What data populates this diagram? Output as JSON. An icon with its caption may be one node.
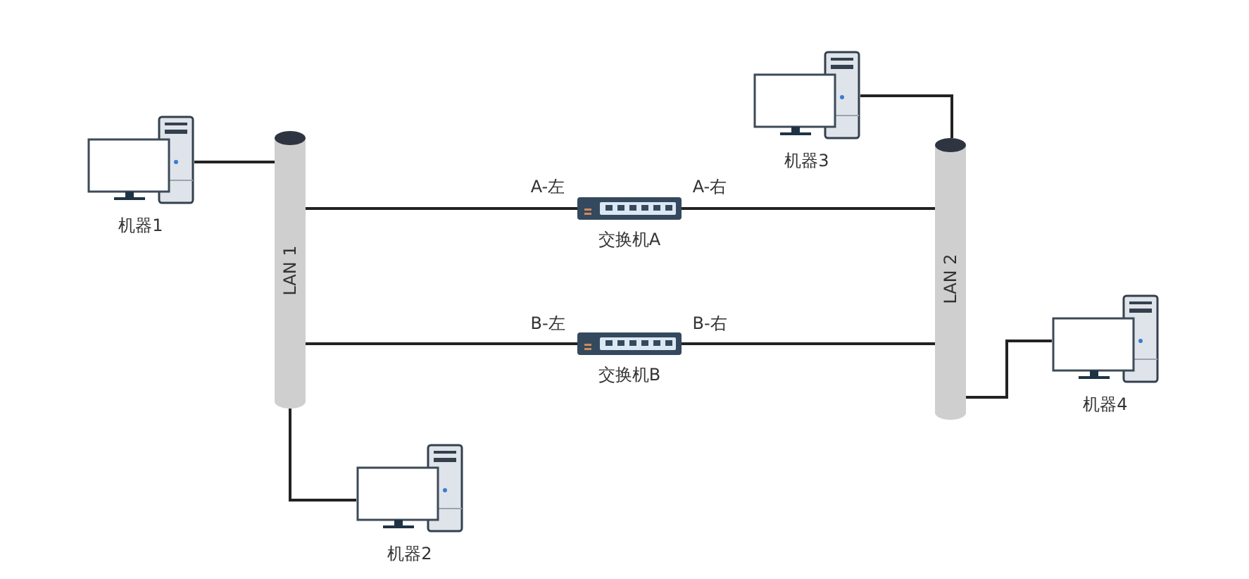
{
  "diagram": {
    "nodes": [
      {
        "text": [
          "机器1"
        ]
      },
      {
        "text": [
          "LAN 1"
        ]
      },
      {
        "text": [
          "机器2"
        ]
      },
      {
        "text": [
          "交换机A"
        ]
      },
      {
        "text": [
          "交换机B"
        ]
      },
      {
        "text": [
          "机器3"
        ]
      },
      {
        "text": [
          "LAN 2"
        ]
      },
      {
        "text": [
          "机器4"
        ]
      }
    ],
    "edges": [
      {
        "from": 0,
        "to": 1,
        "arrow": "none"
      },
      {
        "from": 1,
        "to": 2,
        "arrow": "none"
      },
      {
        "from": 1,
        "to": 3,
        "arrow": "none",
        "label": "A-左"
      },
      {
        "from": 3,
        "to": 6,
        "arrow": "none",
        "label": "A-右"
      },
      {
        "from": 1,
        "to": 4,
        "arrow": "none",
        "label": "B-左"
      },
      {
        "from": 4,
        "to": 6,
        "arrow": "none",
        "label": "B-右"
      },
      {
        "from": 5,
        "to": 6,
        "arrow": "none"
      },
      {
        "from": 6,
        "to": 7,
        "arrow": "none"
      }
    ]
  }
}
